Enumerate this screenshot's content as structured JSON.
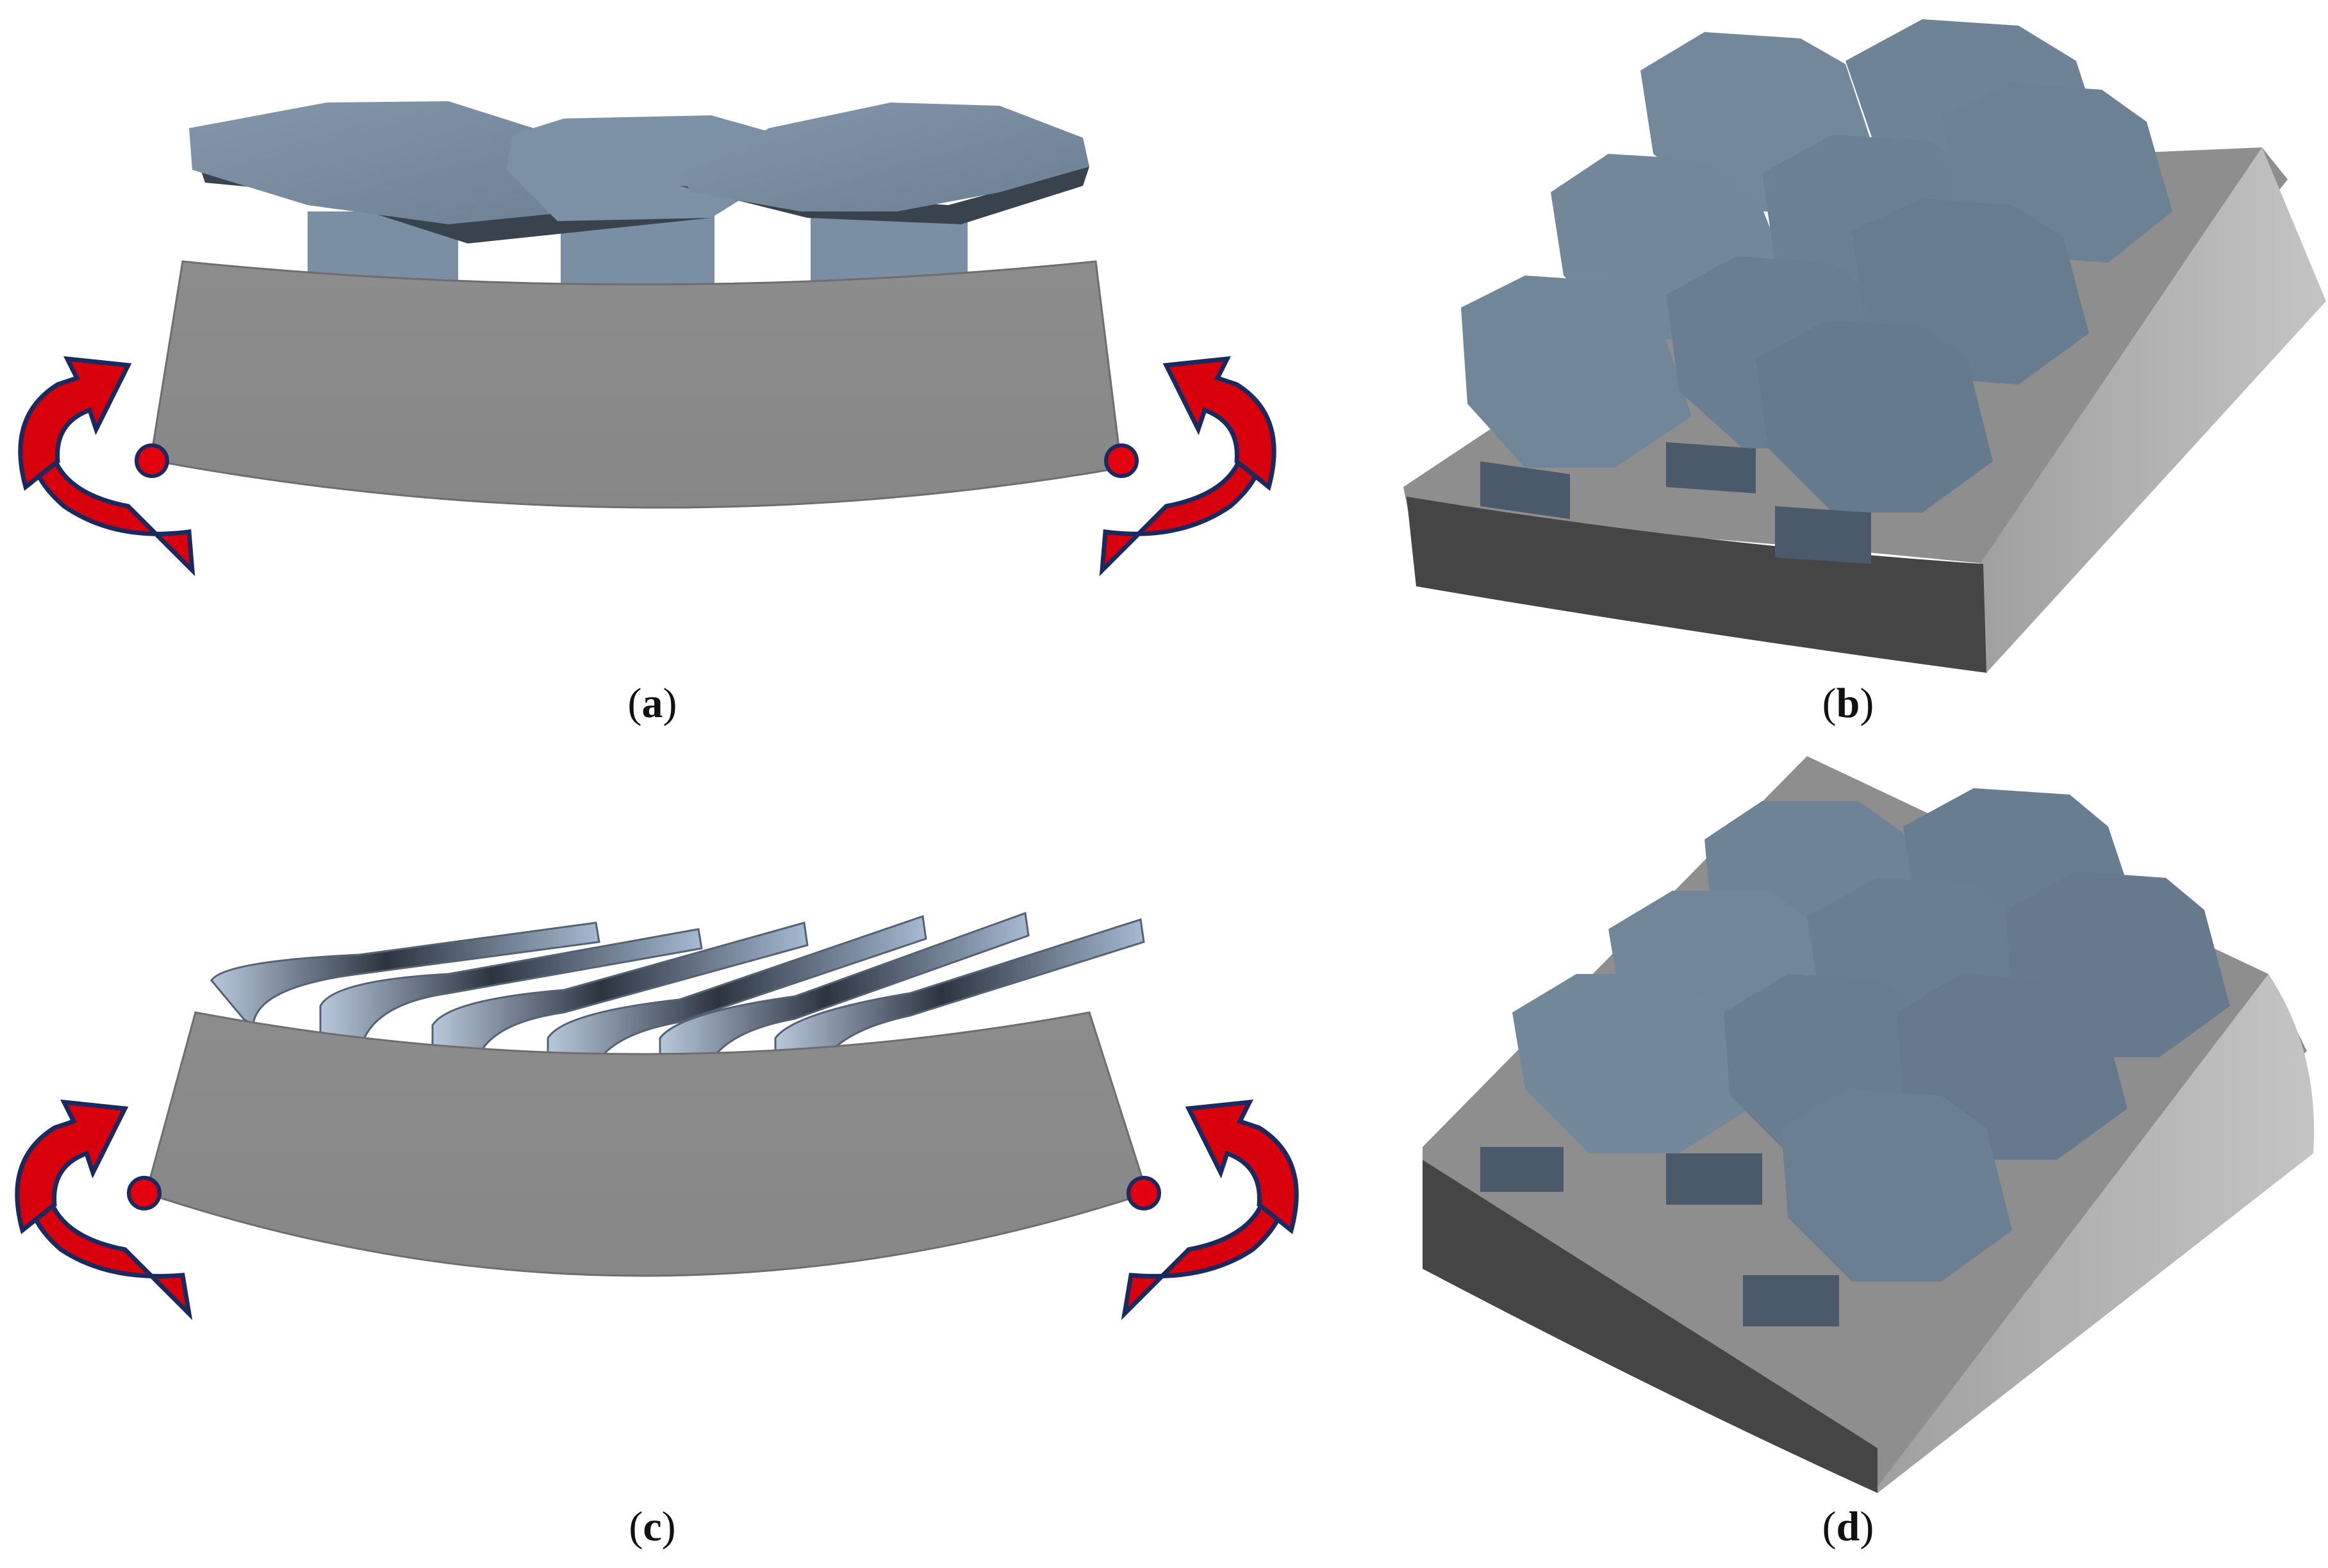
{
  "panels": {
    "a": {
      "open": "(",
      "letter": "a",
      "close": ")"
    },
    "b": {
      "open": "(",
      "letter": "b",
      "close": ")"
    },
    "c": {
      "open": "(",
      "letter": "c",
      "close": ")"
    },
    "d": {
      "open": "(",
      "letter": "d",
      "close": ")"
    }
  },
  "colors": {
    "substrate": "#8a8a8a",
    "substrate_dark": "#454545",
    "substrate_light": "#b0b0b0",
    "scale_top": "#74889c",
    "scale_shade": "#4b5a6a",
    "film_light": "#a7bbd2",
    "arrow": "#d9000d",
    "arrow_outline": "#1b2a5e"
  },
  "icons": [
    "rotation-arrow-icon",
    "pivot-point-icon"
  ]
}
